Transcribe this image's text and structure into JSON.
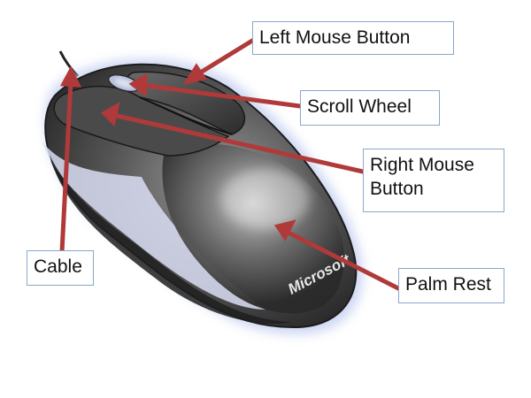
{
  "callouts": {
    "left_mouse_button": "Left Mouse Button",
    "scroll_wheel": "Scroll Wheel",
    "right_mouse_button": "Right Mouse Button",
    "cable": "Cable",
    "palm_rest": "Palm Rest"
  },
  "mouse_brand": "Microsoft",
  "colors": {
    "arrow": "#b03a3a",
    "label_border": "#8aa6c8",
    "mouse_body": "#3f3f3f",
    "glow": "#b9c6ee"
  }
}
